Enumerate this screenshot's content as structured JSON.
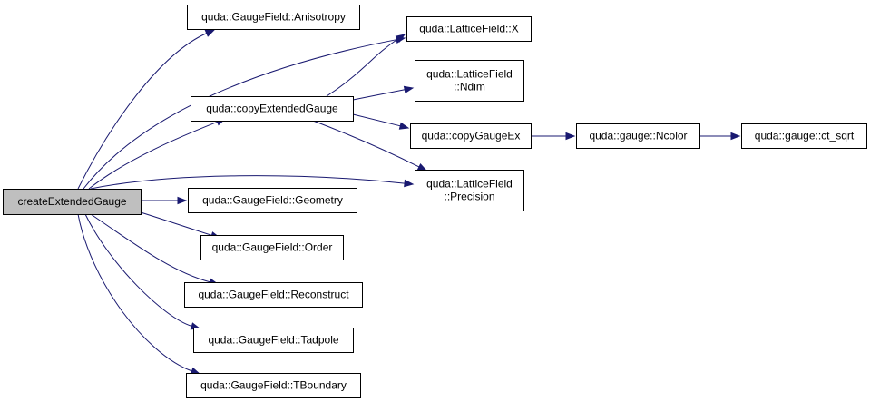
{
  "graph": {
    "colors": {
      "edge": "#191970",
      "root_fill": "#bfbfbf",
      "node_fill": "#ffffff",
      "node_border": "#000000"
    },
    "nodes": {
      "root": {
        "lines": [
          "createExtendedGauge"
        ]
      },
      "anisotropy": {
        "lines": [
          "quda::GaugeField::Anisotropy"
        ]
      },
      "copy_extended_gauge": {
        "lines": [
          "quda::copyExtendedGauge"
        ]
      },
      "geometry": {
        "lines": [
          "quda::GaugeField::Geometry"
        ]
      },
      "order": {
        "lines": [
          "quda::GaugeField::Order"
        ]
      },
      "reconstruct": {
        "lines": [
          "quda::GaugeField::Reconstruct"
        ]
      },
      "tadpole": {
        "lines": [
          "quda::GaugeField::Tadpole"
        ]
      },
      "tboundary": {
        "lines": [
          "quda::GaugeField::TBoundary"
        ]
      },
      "lattice_x": {
        "lines": [
          "quda::LatticeField::X"
        ]
      },
      "lattice_ndim": {
        "lines": [
          "quda::LatticeField",
          "::Ndim"
        ]
      },
      "copy_gauge_ex": {
        "lines": [
          "quda::copyGaugeEx"
        ]
      },
      "lattice_precision": {
        "lines": [
          "quda::LatticeField",
          "::Precision"
        ]
      },
      "ncolor": {
        "lines": [
          "quda::gauge::Ncolor"
        ]
      },
      "ct_sqrt": {
        "lines": [
          "quda::gauge::ct_sqrt"
        ]
      }
    },
    "edges": [
      [
        "root",
        "anisotropy"
      ],
      [
        "root",
        "lattice_x"
      ],
      [
        "root",
        "copy_extended_gauge"
      ],
      [
        "root",
        "lattice_precision"
      ],
      [
        "root",
        "geometry"
      ],
      [
        "root",
        "order"
      ],
      [
        "root",
        "reconstruct"
      ],
      [
        "root",
        "tadpole"
      ],
      [
        "root",
        "tboundary"
      ],
      [
        "copy_extended_gauge",
        "lattice_x"
      ],
      [
        "copy_extended_gauge",
        "lattice_ndim"
      ],
      [
        "copy_extended_gauge",
        "copy_gauge_ex"
      ],
      [
        "copy_extended_gauge",
        "lattice_precision"
      ],
      [
        "copy_gauge_ex",
        "ncolor"
      ],
      [
        "ncolor",
        "ct_sqrt"
      ]
    ]
  }
}
